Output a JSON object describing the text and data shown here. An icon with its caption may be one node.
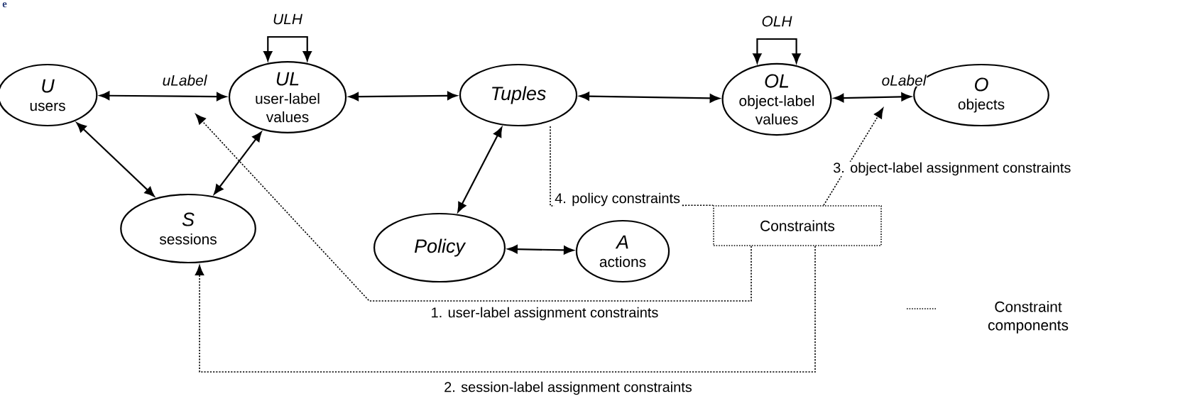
{
  "diagram": {
    "nodes": [
      {
        "text": [
          "U",
          "users"
        ]
      },
      {
        "text": [
          "UL",
          "user-label values"
        ]
      },
      {
        "text": [
          "Tuples"
        ]
      },
      {
        "text": [
          "OL",
          "object-label values"
        ]
      },
      {
        "text": [
          "O",
          "objects"
        ]
      },
      {
        "text": [
          "S",
          "sessions"
        ]
      },
      {
        "text": [
          "Policy"
        ]
      },
      {
        "text": [
          "A",
          "actions"
        ]
      },
      {
        "text": [
          "Constraints"
        ]
      }
    ],
    "edges": [
      {
        "from": 0,
        "to": 1,
        "arrow": "both",
        "label": "uLabel"
      },
      {
        "from": 1,
        "to": 2,
        "arrow": "both"
      },
      {
        "from": 2,
        "to": 3,
        "arrow": "both"
      },
      {
        "from": 3,
        "to": 4,
        "arrow": "both",
        "label": "oLabel"
      },
      {
        "from": 1,
        "to": 1,
        "arrow": "both",
        "label": "ULH"
      },
      {
        "from": 3,
        "to": 3,
        "arrow": "both",
        "label": "OLH"
      },
      {
        "from": 0,
        "to": 5,
        "arrow": "both"
      },
      {
        "from": 1,
        "to": 5,
        "arrow": "both"
      },
      {
        "from": 2,
        "to": 6,
        "arrow": "both"
      },
      {
        "from": 6,
        "to": 7,
        "arrow": "both"
      },
      {
        "from": 8,
        "to": null,
        "arrow": "to",
        "style": "dashed",
        "label": "1. user-label assignment constraints"
      },
      {
        "from": 8,
        "to": 5,
        "arrow": "to",
        "style": "dashed",
        "label": "2. session-label assignment constraints"
      },
      {
        "from": 8,
        "to": null,
        "arrow": "to",
        "style": "dashed",
        "label": "3. object-label assignment constraints"
      },
      {
        "from": 2,
        "to": 8,
        "arrow": "none",
        "style": "dashed",
        "label": "4. policy constraints"
      }
    ],
    "labels": [
      "e"
    ],
    "legend": [
      {
        "text": "Constraint components"
      }
    ]
  }
}
